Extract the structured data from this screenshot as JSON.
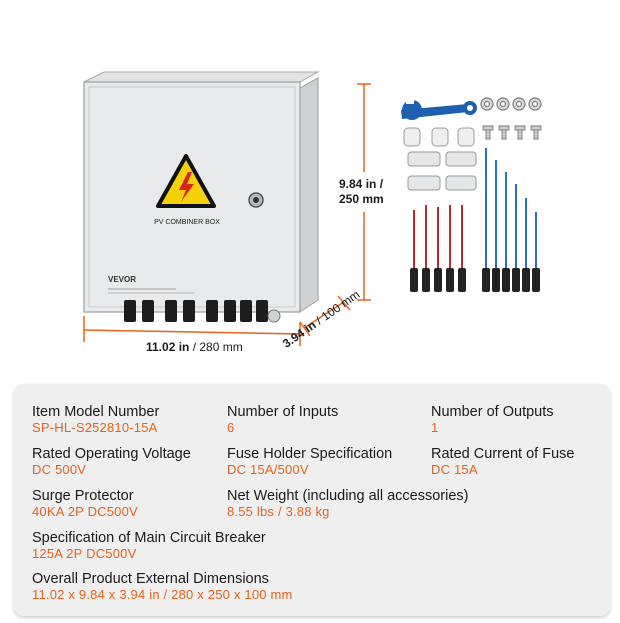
{
  "product": {
    "brand": "VEVOR",
    "warning_label": "PV COMBINER BOX"
  },
  "dimensions": {
    "height_in": "9.84 in /",
    "height_mm": "250 mm",
    "width_in": "11.02 in",
    "width_mm": "/ 280 mm",
    "depth_in": "3.94 in",
    "depth_mm": "/ 100 mm"
  },
  "colors": {
    "accent": "#e8621c",
    "label_text": "#1a1a1a",
    "panel_bg": "#efefef"
  },
  "specs": [
    {
      "label": "Item Model Number",
      "value": "SP-HL-S252810-15A"
    },
    {
      "label": "Number of Inputs",
      "value": "6"
    },
    {
      "label": "Number of Outputs",
      "value": "1"
    },
    {
      "label": "Rated Operating Voltage",
      "value": "DC 500V"
    },
    {
      "label": "Fuse Holder Specification",
      "value": "DC 15A/500V"
    },
    {
      "label": "Rated Current of Fuse",
      "value": "DC 15A"
    },
    {
      "label": "Surge Protector",
      "value": "40KA 2P DC500V"
    },
    {
      "label": "Net Weight (including all accessories)",
      "value": "8.55 lbs / 3.88 kg"
    },
    {
      "label": "Specification of Main Circuit Breaker",
      "value": "125A 2P DC500V"
    },
    {
      "label": "Overall Product External Dimensions",
      "value": "11.02 x 9.84 x 3.94 in / 280 x 250 x 100 mm"
    }
  ]
}
